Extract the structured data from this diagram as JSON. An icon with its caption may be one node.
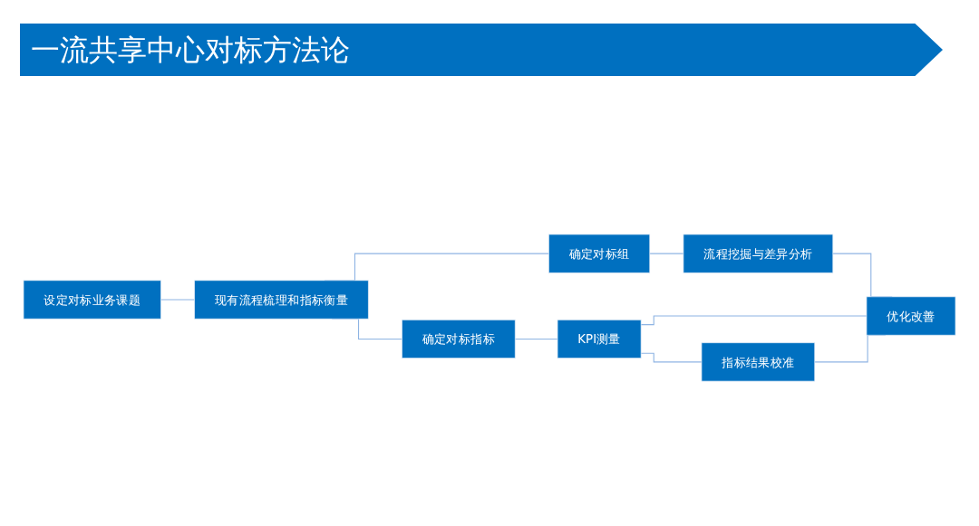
{
  "diagram": {
    "title": "一流共享中心对标方法论",
    "nodes": [
      {
        "text": [
          "设定对标业务课题"
        ]
      },
      {
        "text": [
          "现有流程梳理和指标衡量"
        ]
      },
      {
        "text": [
          "确定对标组"
        ]
      },
      {
        "text": [
          "流程挖掘与差异分析"
        ]
      },
      {
        "text": [
          "确定对标指标"
        ]
      },
      {
        "text": [
          "KPI测量"
        ]
      },
      {
        "text": [
          "优化改善"
        ]
      },
      {
        "text": [
          "指标结果校准"
        ]
      }
    ],
    "edges": [
      {
        "from": 0,
        "to": 1,
        "arrow": "none"
      },
      {
        "from": 1,
        "to": 2,
        "arrow": "none"
      },
      {
        "from": 1,
        "to": 4,
        "arrow": "none"
      },
      {
        "from": 2,
        "to": 3,
        "arrow": "none"
      },
      {
        "from": 4,
        "to": 5,
        "arrow": "none"
      },
      {
        "from": 3,
        "to": 6,
        "arrow": "none"
      },
      {
        "from": 5,
        "to": 6,
        "arrow": "none"
      },
      {
        "from": 5,
        "to": 7,
        "arrow": "none"
      },
      {
        "from": 7,
        "to": 6,
        "arrow": "none"
      }
    ]
  }
}
